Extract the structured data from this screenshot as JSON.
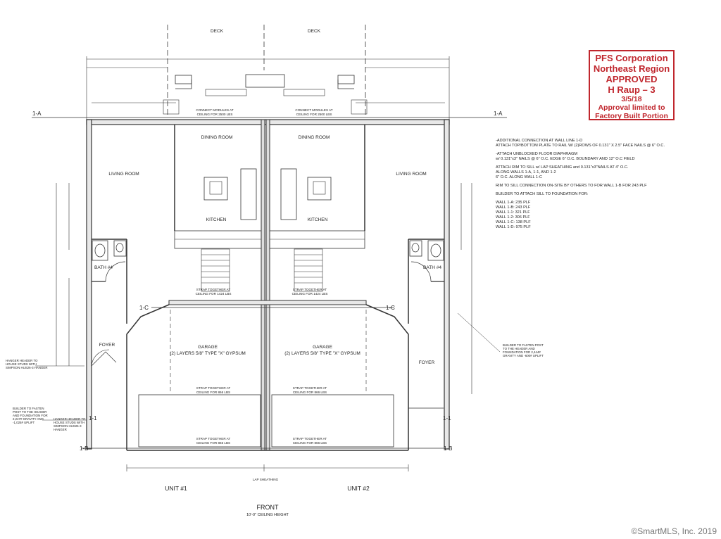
{
  "stamp": {
    "org": "PFS Corporation",
    "region": "Northeast Region",
    "status": "APPROVED",
    "inspector": "H Raup – 3",
    "date": "3/5/18",
    "note_line1": "Approval limited to",
    "note_line2": "Factory Built Portion"
  },
  "labels": {
    "deck_left": "DECK",
    "deck_right": "DECK",
    "dining_left": "DINING ROOM",
    "dining_right": "DINING ROOM",
    "living_left": "LIVING ROOM",
    "living_right": "LIVING ROOM",
    "kitchen_left": "KITCHEN",
    "kitchen_right": "KITCHEN",
    "bath_left": "BATH #4",
    "bath_right": "BATH #4",
    "foyer_left": "FOYER",
    "foyer_right": "FOYER",
    "garage_left": "GARAGE",
    "garage_right": "GARAGE",
    "garage_left_sub": "(2) LAYERS 5/8\" TYPE \"X\" GYPSUM",
    "garage_right_sub": "(2) LAYERS 5/8\" TYPE \"X\" GYPSUM",
    "unit1": "UNIT #1",
    "unit2": "UNIT #2",
    "front": "FRONT",
    "ceiling": "10'-0\" CEILING HEIGHT",
    "line_1a_left": "1-A",
    "line_1a_right": "1-A",
    "line_1c_left": "1-C",
    "line_1c_right": "1-C",
    "line_1b_left": "1-B",
    "line_1b_right": "1-B",
    "line_11_left": "1-1",
    "line_11_right": "1-1",
    "connect_left": "CONNECT MODULES AT",
    "connect_left2": "CEILING FOR 2500 LBS",
    "connect_right": "CONNECT MODULES AT",
    "connect_right2": "CEILING FOR 2500 LBS",
    "strap1": "STRAP TOGETHER AT",
    "strap1b": "CEILING FOR 1424 LBS",
    "strap2": "STRAP TOGETHER AT",
    "strap2b": "CEILING FOR 1424 LBS",
    "strap3": "STRAP TOGETHER AT",
    "strap3b": "CEILING FOR 866 LBS",
    "strap4": "STRAP TOGETHER AT",
    "strap4b": "CEILING FOR 866 LBS",
    "strap5": "STRAP TOGETHER AT",
    "strap5b": "CEILING FOR 866 LBS",
    "strap6": "STRAP TOGETHER AT",
    "strap6b": "CEILING FOR 866 LBS",
    "lap": "LAP SHEATHING",
    "builder_right": "BUILDER TO FASTEN POST TO THE HEADER AND FOUNDATION FOR 2,444# GRAVITY AND -600# UPLIFT",
    "hanger_left": "HANGER HEADER TO HOUSE STUDS WITH SIMPSON HUS26-3 HANGER",
    "builder_left": "BUILDER TO FASTEN POST TO THE HEADER AND FOUNDATION FOR 2,247# GRAVITY AND -1,025# UPLIFT",
    "hanger_left2": "HANGER HEADER TO HOUSE STUDS WITH SIMPSON HUS26-3 HANGER"
  },
  "notes": {
    "n1a": "-ADDITIONAL CONNECTION AT WALL LINE 1-D",
    "n1b": "ATTACH TOP/BOTTOM PLATE TO RAIL W/ (2)ROWS OF 0.131\" X 2.5\" FACE NAILS @ 6\" O.C.",
    "n2a": "-ATTACH UNBLOCKED FLOOR DIAPHRAGM",
    "n2b": "w/ 0.131\"x3\" NAILS @ 6\" O.C. EDGE 6\" O.C. BOUNDARY AND 12\" O.C FIELD",
    "n3a": "ATTACH RIM TO SILL w/ LAP SHEATHING and 0.131\"x3\"NAILS AT 4\" O.C.",
    "n3b": "ALONG WALLS 1-A, 1-1, AND 1-2",
    "n3c": "6\" O.C. ALONG WALL 1-C",
    "n4": "RIM TO SILL CONNECTION ON-SITE BY OTHERS TO  FOR WALL 1-B FOR 243 PLF",
    "n5": "BUILDER TO ATTACH SILL TO FOUNDATION FOR:",
    "w1": "WALL 1-A: 235 PLF",
    "w2": "WALL 1-B: 243 PLF",
    "w3": "WALL 1-1: 321 PLF",
    "w4": "WALL 1-2: 306 PLF",
    "w5": "WALL 1-C: 138 PLF",
    "w6": "WALL 1-D: 975 PLF"
  },
  "copyright": "©SmartMLS, Inc. 2019"
}
